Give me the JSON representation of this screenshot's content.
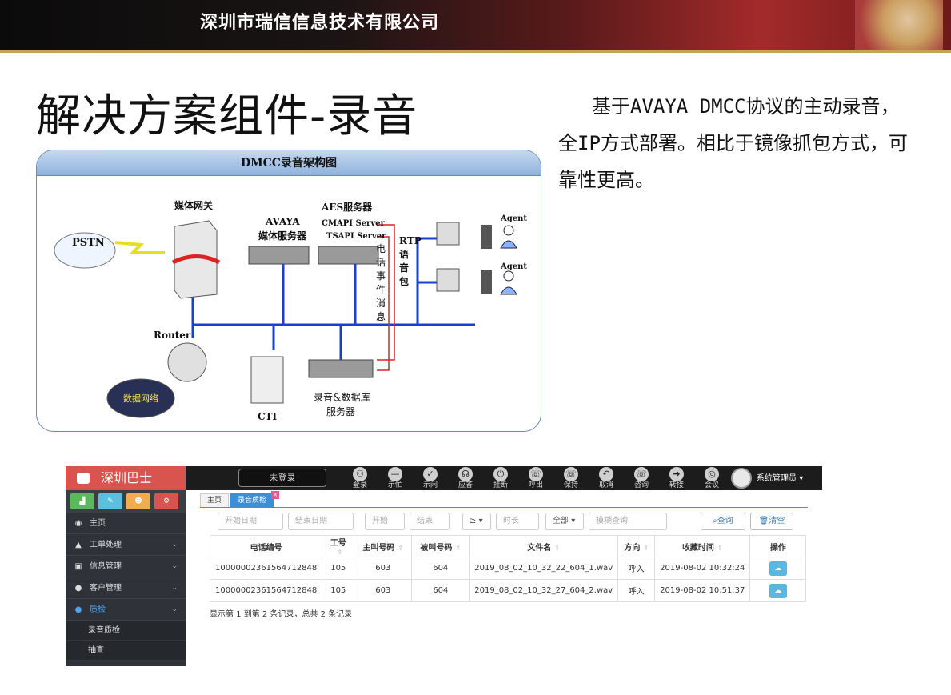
{
  "banner": {
    "company": "深圳市瑞信信息技术有限公司"
  },
  "slide": {
    "title": "解决方案组件-录音",
    "description": "基于AVAYA DMCC协议的主动录音，全IP方式部署。相比于镜像抓包方式，可靠性更高。"
  },
  "diagram": {
    "title": "DMCC录音架构图",
    "labels": {
      "media_gateway": "媒体网关",
      "pstn": "PSTN",
      "avaya": "AVAYA",
      "media_server": "媒体服务器",
      "aes": "AES服务器",
      "cmapi": "CMAPI Server",
      "tsapi": "TSAPI Server",
      "call_event": "电话事件消息",
      "rtp": "RTP语音包",
      "agent1": "Agent",
      "agent2": "Agent",
      "router": "Router",
      "data_network": "数据网络",
      "cti": "CTI",
      "recorder": "录音&数据库",
      "recorder2": "服务器"
    }
  },
  "app": {
    "brand": "深圳巴士",
    "login_status": "未登录",
    "toolbar": [
      {
        "label": "登录",
        "icon": "login-icon",
        "glyph": "⚇"
      },
      {
        "label": "示忙",
        "icon": "busy-icon",
        "glyph": "—"
      },
      {
        "label": "示闲",
        "icon": "idle-icon",
        "glyph": "✓"
      },
      {
        "label": "应答",
        "icon": "answer-icon",
        "glyph": "☊"
      },
      {
        "label": "挂断",
        "icon": "hangup-icon",
        "glyph": "⏻"
      },
      {
        "label": "呼出",
        "icon": "call-out-icon",
        "glyph": "☏"
      },
      {
        "label": "保持",
        "icon": "hold-icon",
        "glyph": "☏"
      },
      {
        "label": "取消",
        "icon": "cancel-icon",
        "glyph": "↶"
      },
      {
        "label": "咨询",
        "icon": "consult-icon",
        "glyph": "☏"
      },
      {
        "label": "转接",
        "icon": "transfer-icon",
        "glyph": "➜"
      },
      {
        "label": "会议",
        "icon": "conference-icon",
        "glyph": "◎"
      }
    ],
    "user": "系统管理员",
    "sidebar": {
      "items": [
        {
          "label": "主页",
          "icon": "dashboard-icon",
          "glyph": "◉",
          "has_children": false
        },
        {
          "label": "工单处理",
          "icon": "bell-icon",
          "glyph": "▲",
          "has_children": true
        },
        {
          "label": "信息管理",
          "icon": "bus-icon",
          "glyph": "▣",
          "has_children": true
        },
        {
          "label": "客户管理",
          "icon": "user-icon",
          "glyph": "●",
          "has_children": true
        },
        {
          "label": "质检",
          "icon": "microphone-icon",
          "glyph": "●",
          "has_children": true
        }
      ],
      "subitems": [
        {
          "label": "录音质检"
        },
        {
          "label": "抽查"
        }
      ]
    },
    "tabs": [
      {
        "label": "主页"
      },
      {
        "label": "录音质检"
      }
    ],
    "filters": {
      "start_date": "开始日期",
      "end_date": "结束日期",
      "start": "开始",
      "end": "结束",
      "operator": "≥",
      "duration": "时长",
      "scope": "全部",
      "fuzzy": "模糊查询",
      "search_btn": "查询",
      "clear_btn": "清空"
    },
    "table": {
      "headers": [
        "电话编号",
        "工号",
        "主叫号码",
        "被叫号码",
        "文件名",
        "方向",
        "收藏时间",
        "操作"
      ],
      "rows": [
        [
          "10000002361564712848",
          "105",
          "603",
          "604",
          "2019_08_02_10_32_22_604_1.wav",
          "呼入",
          "2019-08-02 10:32:24"
        ],
        [
          "10000002361564712848",
          "105",
          "603",
          "604",
          "2019_08_02_10_32_27_604_2.wav",
          "呼入",
          "2019-08-02 10:51:37"
        ]
      ]
    },
    "footer": "显示第 1 到第 2 条记录，总共 2 条记录"
  }
}
